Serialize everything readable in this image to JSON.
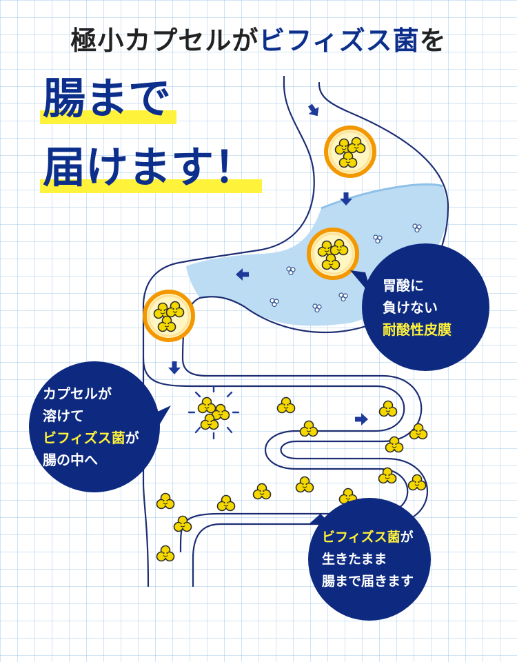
{
  "header": {
    "intro": "極小カプセルが",
    "accent": "ビフィズス菌",
    "suffix": "を"
  },
  "title": {
    "line1": "腸まで",
    "line2": "届けます！"
  },
  "bubbles": {
    "stomach": {
      "line1": "胃酸に",
      "line2": "負けない",
      "highlight": "耐酸性皮膜"
    },
    "capsule_melt": {
      "line1": "カプセルが",
      "line2": "溶けて",
      "highlight": "ビフィズス菌",
      "highlight_suffix": "が",
      "line4": "腸の中へ"
    },
    "reach": {
      "highlight": "ビフィズス菌",
      "highlight_suffix": "が",
      "line2": "生きたまま",
      "line3": "腸まで届きます"
    }
  },
  "colors": {
    "navy": "#0d2a80",
    "yellow": "#fff23a",
    "orange": "#f39800",
    "acid_blue": "#bcdcf3",
    "bacteria_yellow": "#f5d800"
  },
  "icons": [
    "arrow-icon",
    "capsule-icon",
    "bacteria-icon",
    "acid-particle-icon",
    "burst-icon"
  ]
}
